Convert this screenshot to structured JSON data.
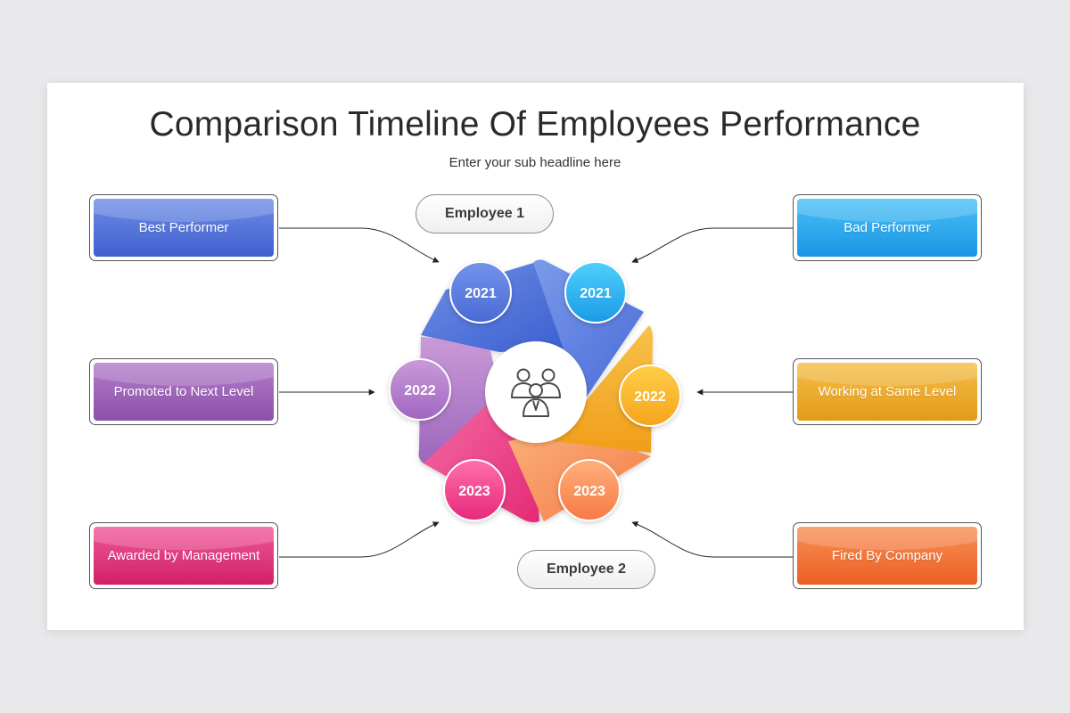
{
  "title": "Comparison Timeline Of Employees Performance",
  "subtitle": "Enter your sub headline here",
  "employees": [
    "Employee 1",
    "Employee 2"
  ],
  "left_labels": [
    "Best Performer",
    "Promoted to Next Level",
    "Awarded by Management"
  ],
  "right_labels": [
    "Bad Performer",
    "Working at Same Level",
    "Fired By Company"
  ],
  "years": {
    "blue_left": "2021",
    "blue_right": "2021",
    "purple": "2022",
    "yellow": "2022",
    "pink": "2023",
    "orange": "2023"
  },
  "center_icon": "employees-group-icon",
  "colors": {
    "blue": "#4a6fd8",
    "sky": "#1da1ea",
    "purple": "#9a5cb4",
    "yellow": "#f0aa1c",
    "pink": "#e8307a",
    "orange": "#f36f2d"
  }
}
